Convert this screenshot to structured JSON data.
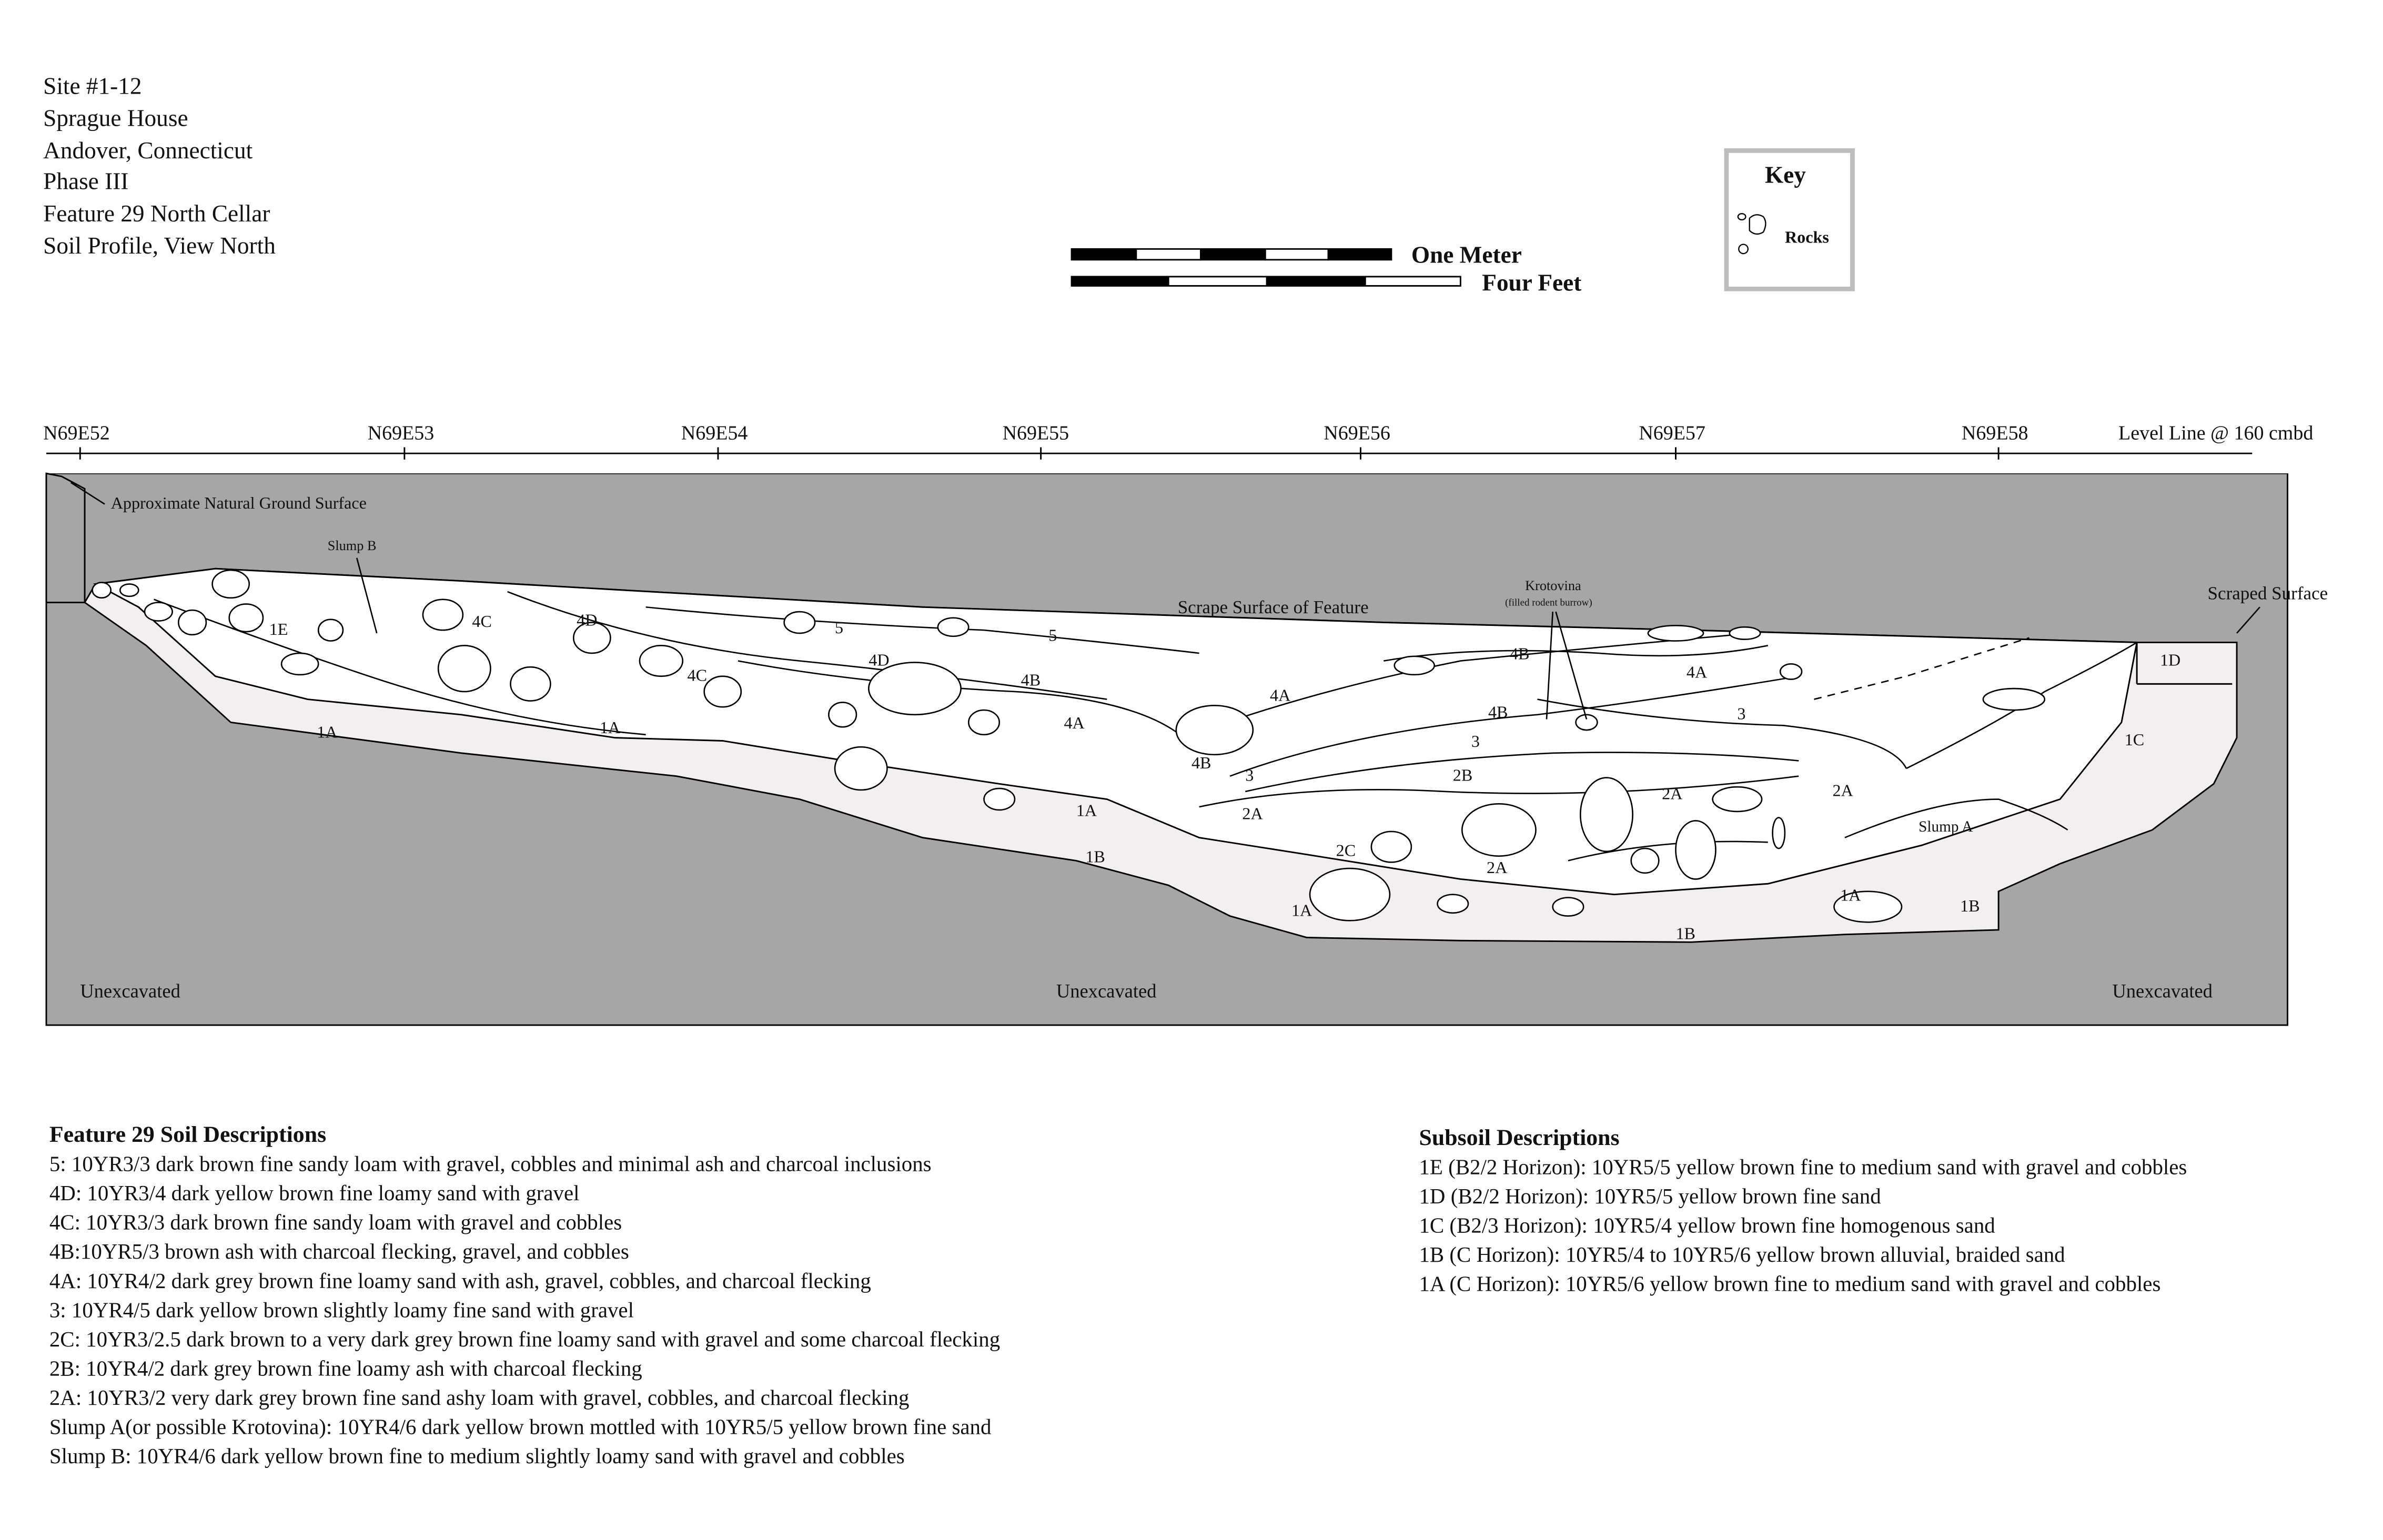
{
  "header": {
    "lines": [
      "Site #1-12",
      "Sprague House",
      "Andover, Connecticut",
      "Phase III",
      "Feature 29 North Cellar",
      "Soil Profile, View North"
    ]
  },
  "scale": {
    "meter_label": "One Meter",
    "feet_label": "Four Feet"
  },
  "key": {
    "title": "Key",
    "rocks_label": "Rocks"
  },
  "grid": {
    "labels": [
      "N69E52",
      "N69E53",
      "N69E54",
      "N69E55",
      "N69E56",
      "N69E57",
      "N69E58"
    ],
    "level_line": "Level Line  @ 160 cmbd"
  },
  "profile": {
    "annotations": {
      "natural_ground": "Approximate Natural Ground Surface",
      "slump_b": "Slump B",
      "scrape_surface": "Scrape Surface of Feature",
      "krotovina": "Krotovina",
      "krotovina_note": "(filled rodent burrow)",
      "scraped_surface": "Scraped Surface",
      "slump_a": "Slump A"
    },
    "layer_labels": [
      "1E",
      "4C",
      "4D",
      "5",
      "5",
      "4D",
      "4C",
      "4B",
      "4A",
      "1A",
      "1A",
      "4B",
      "3",
      "4A",
      "2A",
      "1A",
      "1B",
      "2C",
      "2A",
      "1A",
      "2B",
      "3",
      "4B",
      "4B",
      "4A",
      "3",
      "2A",
      "2A",
      "1A",
      "1B",
      "1B",
      "1D",
      "1C"
    ],
    "unexcavated": [
      "Unexcavated",
      "Unexcavated",
      "Unexcavated"
    ]
  },
  "colors": {
    "unexcavated": "#a6a6a6",
    "subsoil": "#f3eff1",
    "feature": "#ffffff",
    "key_border": "#bdbdbd"
  },
  "feature_descriptions": {
    "title": "Feature 29 Soil Descriptions",
    "items": [
      "5: 10YR3/3 dark brown fine sandy loam with gravel, cobbles and minimal ash and charcoal inclusions",
      "4D: 10YR3/4 dark yellow brown fine loamy sand with gravel",
      "4C: 10YR3/3 dark brown fine sandy loam with gravel and cobbles",
      "4B:10YR5/3 brown ash with charcoal flecking, gravel, and cobbles",
      "4A: 10YR4/2 dark grey brown fine loamy sand with ash, gravel, cobbles, and charcoal flecking",
      "3: 10YR4/5 dark yellow brown slightly loamy fine sand with gravel",
      "2C: 10YR3/2.5 dark brown to a very dark grey brown fine loamy sand with gravel and some charcoal flecking",
      "2B: 10YR4/2 dark grey brown fine loamy ash with charcoal flecking",
      "2A: 10YR3/2 very dark grey brown fine sand ashy loam with gravel, cobbles, and charcoal flecking",
      "Slump A(or possible Krotovina): 10YR4/6 dark yellow brown mottled with 10YR5/5 yellow brown fine sand",
      "Slump B: 10YR4/6 dark yellow brown fine to medium slightly loamy sand with gravel and cobbles"
    ]
  },
  "subsoil_descriptions": {
    "title": "Subsoil Descriptions",
    "items": [
      "1E (B2/2 Horizon): 10YR5/5 yellow brown fine to medium sand with gravel and cobbles",
      "1D (B2/2 Horizon): 10YR5/5 yellow brown fine sand",
      "1C (B2/3 Horizon): 10YR5/4 yellow brown fine homogenous sand",
      "1B (C Horizon): 10YR5/4 to 10YR5/6 yellow brown alluvial, braided sand",
      "1A (C Horizon): 10YR5/6 yellow brown fine to medium sand with gravel and cobbles"
    ]
  }
}
